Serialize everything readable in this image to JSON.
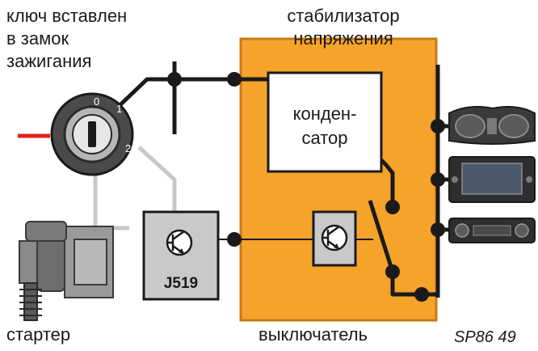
{
  "labels": {
    "key_line1": "ключ вставлен",
    "key_line2": "в замок",
    "key_line3": "зажигания",
    "stabilizer_line1": "стабилизатор",
    "stabilizer_line2": "напряжения",
    "capacitor_line1": "конден-",
    "capacitor_line2": "сатор",
    "relay": "J519",
    "starter": "стартер",
    "switch": "выключатель",
    "figure_ref": "SP86_49"
  },
  "ignition_positions": [
    "0",
    "1",
    "2"
  ],
  "colors": {
    "stabilizer_box": "#f5a32a",
    "wire_main": "#1a1a1a",
    "wire_gray": "#c8c8c8",
    "wire_red": "#e0201b",
    "component_gray": "#c9c9c9"
  },
  "icons": [
    "ignition-lock-icon",
    "starter-motor-icon",
    "transistor-icon",
    "instrument-cluster-icon",
    "radio-unit-icon",
    "climate-panel-icon"
  ]
}
